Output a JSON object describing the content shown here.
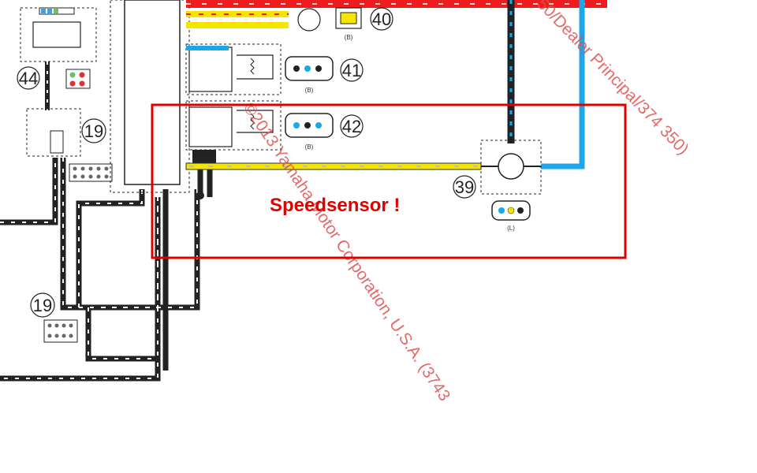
{
  "annotation": {
    "label": "Speedsensor !",
    "box_color": "#e00000"
  },
  "components": {
    "c44": "44",
    "c40": "40",
    "c41": "41",
    "c42": "42",
    "c19_upper": "19",
    "c19_lower": "19",
    "c39": "39"
  },
  "connectors": {
    "c40_code": "(B)",
    "c41_code": "(B)",
    "c42_code": "(B)",
    "c39_code": "(L)"
  },
  "watermarks": {
    "right": "50/Dealer Principal/374 350)",
    "diagonal": "©2013 Yamaha Motor Corporation, U.S.A. (3743"
  },
  "colors": {
    "wire_black": "#222222",
    "wire_red": "#ee1c1c",
    "wire_yellow": "#f5e600",
    "wire_blue": "#1ea7e8",
    "watermark": "#e05050"
  }
}
